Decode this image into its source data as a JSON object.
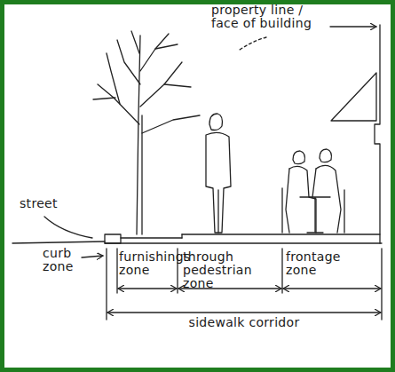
{
  "diagram": {
    "labels": [
      "property line / face of building",
      "street",
      "curb zone",
      "furnishings zone",
      "through pedestrian zone",
      "frontage zone",
      "sidewalk corridor"
    ]
  }
}
